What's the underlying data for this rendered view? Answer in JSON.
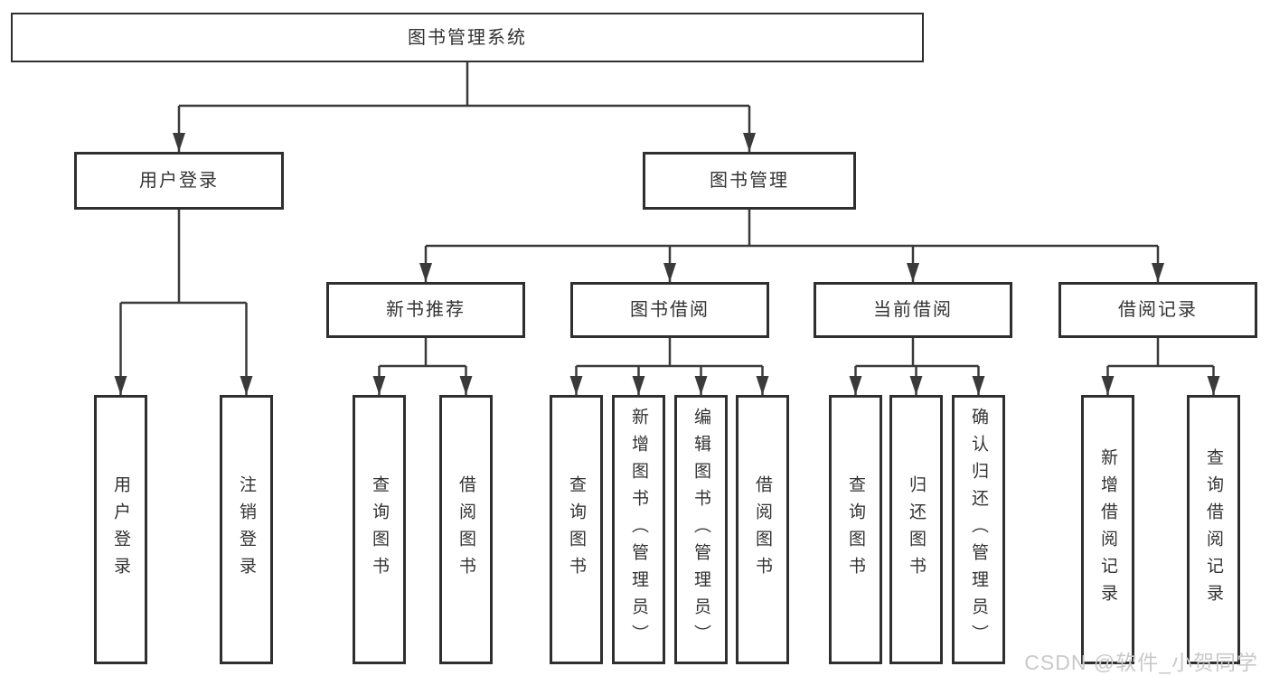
{
  "diagram": {
    "type": "tree",
    "title": "图书管理系统",
    "colors": {
      "line": "#3a3a3a",
      "border": "#2f2f2f",
      "text": "#333333",
      "bg": "#ffffff"
    },
    "nodes": {
      "root": {
        "label": "图书管理系统",
        "level": 1
      },
      "user_login": {
        "label": "用户登录",
        "level": 2,
        "parent": "root"
      },
      "book_mgmt": {
        "label": "图书管理",
        "level": 2,
        "parent": "root"
      },
      "new_book_rec": {
        "label": "新书推荐",
        "level": 3,
        "parent": "book_mgmt"
      },
      "book_borrow": {
        "label": "图书借阅",
        "level": 3,
        "parent": "book_mgmt"
      },
      "current_borrow": {
        "label": "当前借阅",
        "level": 3,
        "parent": "book_mgmt"
      },
      "borrow_records": {
        "label": "借阅记录",
        "level": 3,
        "parent": "book_mgmt"
      },
      "leaf_user_login": {
        "label": "用户登录",
        "level": 4,
        "parent": "user_login"
      },
      "leaf_logout": {
        "label": "注销登录",
        "level": 4,
        "parent": "user_login"
      },
      "leaf_query_book_1": {
        "label": "查询图书",
        "level": 4,
        "parent": "new_book_rec"
      },
      "leaf_borrow_book_1": {
        "label": "借阅图书",
        "level": 4,
        "parent": "new_book_rec"
      },
      "leaf_query_book_2": {
        "label": "查询图书",
        "level": 4,
        "parent": "book_borrow"
      },
      "leaf_add_book": {
        "label": "新增图书（管理员）",
        "level": 4,
        "parent": "book_borrow"
      },
      "leaf_edit_book": {
        "label": "编辑图书（管理员）",
        "level": 4,
        "parent": "book_borrow"
      },
      "leaf_borrow_book_2": {
        "label": "借阅图书",
        "level": 4,
        "parent": "book_borrow"
      },
      "leaf_query_book_3": {
        "label": "查询图书",
        "level": 4,
        "parent": "current_borrow"
      },
      "leaf_return_book": {
        "label": "归还图书",
        "level": 4,
        "parent": "current_borrow"
      },
      "leaf_confirm_return": {
        "label": "确认归还（管理员）",
        "level": 4,
        "parent": "current_borrow"
      },
      "leaf_add_record": {
        "label": "新增借阅记录",
        "level": 4,
        "parent": "borrow_records"
      },
      "leaf_query_record": {
        "label": "查询借阅记录",
        "level": 4,
        "parent": "borrow_records"
      }
    }
  },
  "watermark": {
    "text": "CSDN @软件_小贺同学",
    "color": "#c9c9c9"
  }
}
